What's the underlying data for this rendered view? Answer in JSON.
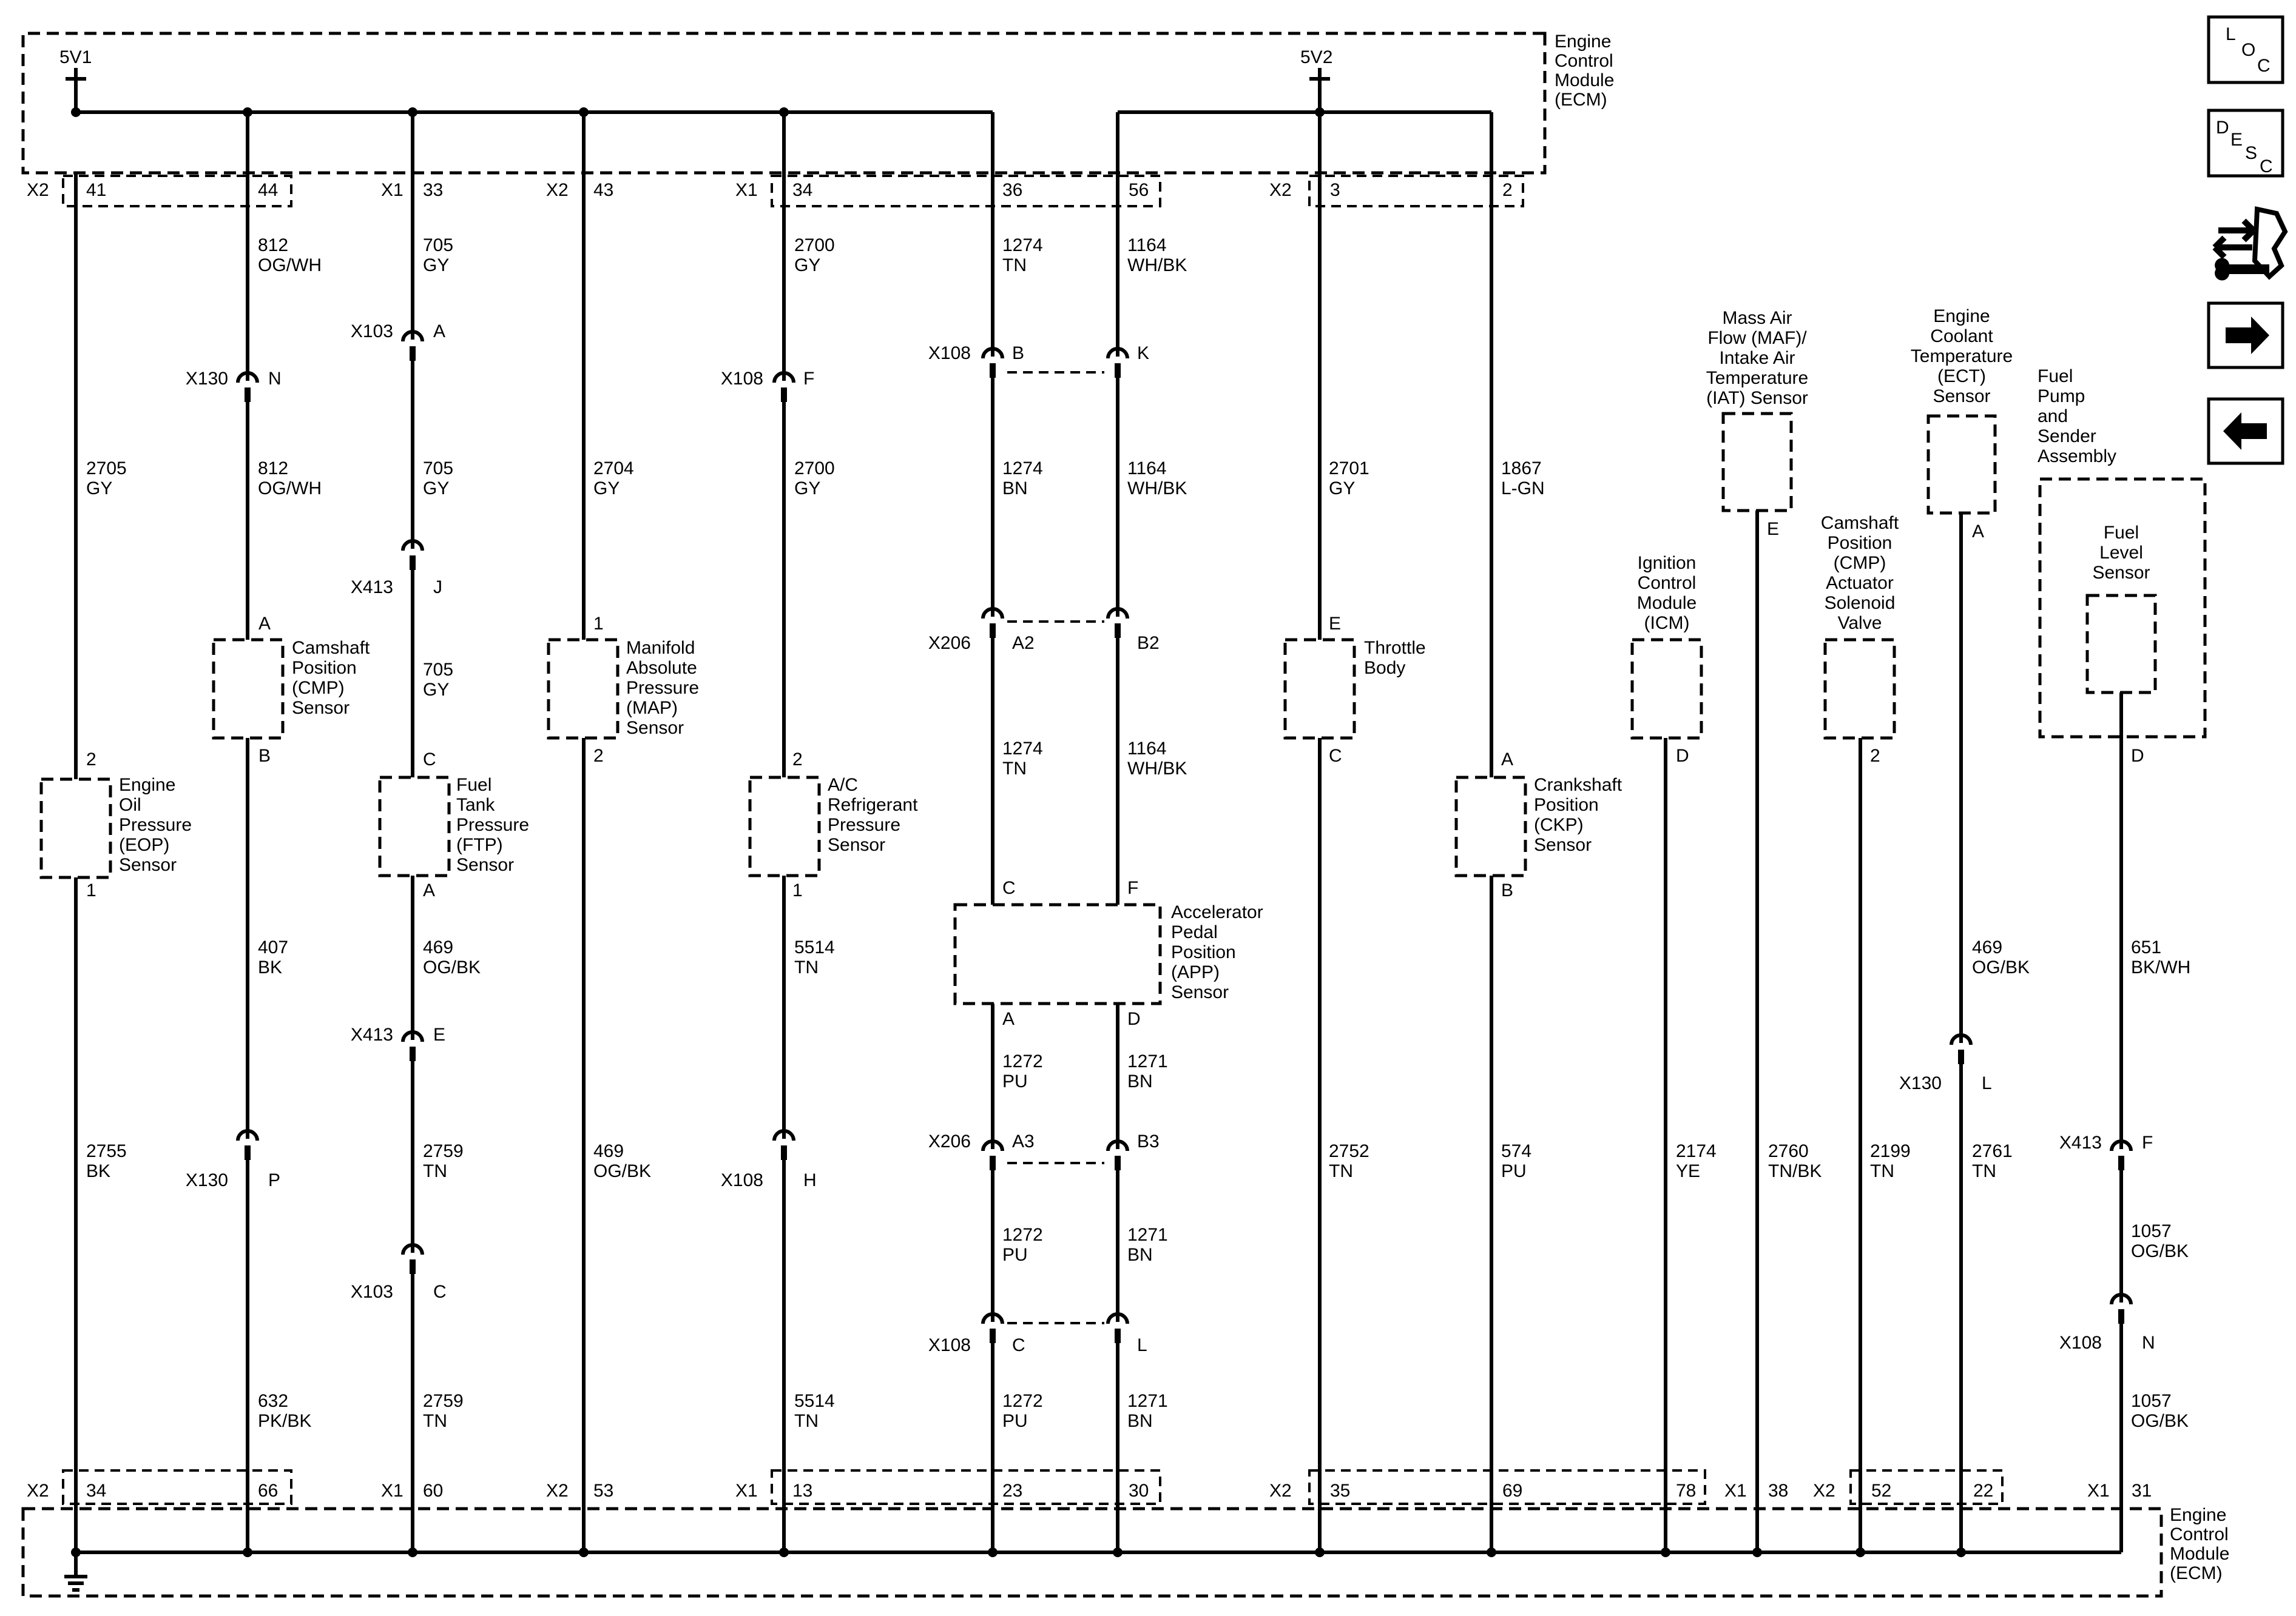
{
  "ecm_label": [
    "Engine",
    "Control",
    "Module",
    "(ECM)"
  ],
  "refs": {
    "v1": "5V1",
    "v2": "5V2"
  },
  "nav_icons": [
    {
      "name": "location-button",
      "letters": [
        "L",
        "O",
        "C"
      ]
    },
    {
      "name": "description-button",
      "letters": [
        "D",
        "E",
        "S",
        "C"
      ]
    },
    {
      "name": "connector-service-icon"
    },
    {
      "name": "next-page-arrow-icon"
    },
    {
      "name": "previous-page-arrow-icon"
    }
  ],
  "top_connectors": [
    {
      "conn": "X2",
      "pins": [
        "41",
        "44"
      ]
    },
    {
      "conn": "X1",
      "pins": [
        "33"
      ]
    },
    {
      "conn": "X2",
      "pins": [
        "43"
      ]
    },
    {
      "conn": "X1",
      "pins": [
        "34",
        "36",
        "56"
      ]
    },
    {
      "conn": "X2",
      "pins": [
        "3",
        "2"
      ]
    }
  ],
  "bottom_connectors": [
    {
      "conn": "X2",
      "pins": [
        "34",
        "66"
      ]
    },
    {
      "conn": "X1",
      "pins": [
        "60"
      ]
    },
    {
      "conn": "X2",
      "pins": [
        "53"
      ]
    },
    {
      "conn": "X1",
      "pins": [
        "13",
        "23",
        "30"
      ]
    },
    {
      "conn": "X2",
      "pins": [
        "35",
        "69",
        "78"
      ]
    },
    {
      "conn": "X1",
      "pins": [
        "38"
      ]
    },
    {
      "conn": "X2",
      "pins": [
        "52",
        "22"
      ]
    },
    {
      "conn": "X1",
      "pins": [
        "31"
      ]
    }
  ],
  "components": [
    {
      "id": "eop",
      "name": [
        "Engine",
        "Oil",
        "Pressure",
        "(EOP)",
        "Sensor"
      ],
      "pins": [
        "2",
        "1"
      ]
    },
    {
      "id": "cmp",
      "name": [
        "Camshaft",
        "Position",
        "(CMP)",
        "Sensor"
      ],
      "pins": [
        "A",
        "B"
      ]
    },
    {
      "id": "ftp",
      "name": [
        "Fuel",
        "Tank",
        "Pressure",
        "(FTP)",
        "Sensor"
      ],
      "pins": [
        "C",
        "A"
      ]
    },
    {
      "id": "map",
      "name": [
        "Manifold",
        "Absolute",
        "Pressure",
        "(MAP)",
        "Sensor"
      ],
      "pins": [
        "1",
        "2"
      ]
    },
    {
      "id": "ac",
      "name": [
        "A/C",
        "Refrigerant",
        "Pressure",
        "Sensor"
      ],
      "pins": [
        "2",
        "1"
      ]
    },
    {
      "id": "app",
      "name": [
        "Accelerator",
        "Pedal",
        "Position",
        "(APP)",
        "Sensor"
      ],
      "pins": [
        "C",
        "F",
        "A",
        "D"
      ]
    },
    {
      "id": "tb",
      "name": [
        "Throttle",
        "Body"
      ],
      "pins": [
        "E",
        "C"
      ]
    },
    {
      "id": "ckp",
      "name": [
        "Crankshaft",
        "Position",
        "(CKP)",
        "Sensor"
      ],
      "pins": [
        "A",
        "B"
      ]
    },
    {
      "id": "icm",
      "name": [
        "Ignition",
        "Control",
        "Module",
        "(ICM)"
      ],
      "pins": [
        "D"
      ]
    },
    {
      "id": "maf",
      "name": [
        "Mass Air",
        "Flow (MAF)/",
        "Intake Air",
        "Temperature",
        "(IAT) Sensor"
      ],
      "pins": [
        "E"
      ]
    },
    {
      "id": "cmpa",
      "name": [
        "Camshaft",
        "Position",
        "(CMP)",
        "Actuator",
        "Solenoid",
        "Valve"
      ],
      "pins": [
        "2"
      ]
    },
    {
      "id": "ect",
      "name": [
        "Engine",
        "Coolant",
        "Temperature",
        "(ECT)",
        "Sensor"
      ],
      "pins": [
        "A"
      ]
    },
    {
      "id": "fp",
      "name": [
        "Fuel",
        "Pump",
        "and",
        "Sender",
        "Assembly"
      ],
      "pins": []
    },
    {
      "id": "fls",
      "name": [
        "Fuel",
        "Level",
        "Sensor"
      ],
      "pins": [
        "D"
      ]
    }
  ],
  "wires": [
    {
      "circuit": "2705",
      "color": "GY"
    },
    {
      "circuit": "2755",
      "color": "BK"
    },
    {
      "circuit": "812",
      "color": "OG/WH"
    },
    {
      "circuit": "812",
      "color": "OG/WH"
    },
    {
      "circuit": "407",
      "color": "BK"
    },
    {
      "circuit": "632",
      "color": "PK/BK"
    },
    {
      "circuit": "705",
      "color": "GY"
    },
    {
      "circuit": "705",
      "color": "GY"
    },
    {
      "circuit": "705",
      "color": "GY"
    },
    {
      "circuit": "469",
      "color": "OG/BK"
    },
    {
      "circuit": "2759",
      "color": "TN"
    },
    {
      "circuit": "2759",
      "color": "TN"
    },
    {
      "circuit": "2704",
      "color": "GY"
    },
    {
      "circuit": "469",
      "color": "OG/BK"
    },
    {
      "circuit": "2700",
      "color": "GY"
    },
    {
      "circuit": "2700",
      "color": "GY"
    },
    {
      "circuit": "5514",
      "color": "TN"
    },
    {
      "circuit": "5514",
      "color": "TN"
    },
    {
      "circuit": "1274",
      "color": "TN"
    },
    {
      "circuit": "1274",
      "color": "BN"
    },
    {
      "circuit": "1274",
      "color": "TN"
    },
    {
      "circuit": "1272",
      "color": "PU"
    },
    {
      "circuit": "1272",
      "color": "PU"
    },
    {
      "circuit": "1272",
      "color": "PU"
    },
    {
      "circuit": "1164",
      "color": "WH/BK"
    },
    {
      "circuit": "1164",
      "color": "WH/BK"
    },
    {
      "circuit": "1164",
      "color": "WH/BK"
    },
    {
      "circuit": "1271",
      "color": "BN"
    },
    {
      "circuit": "1271",
      "color": "BN"
    },
    {
      "circuit": "1271",
      "color": "BN"
    },
    {
      "circuit": "2701",
      "color": "GY"
    },
    {
      "circuit": "2752",
      "color": "TN"
    },
    {
      "circuit": "1867",
      "color": "L-GN"
    },
    {
      "circuit": "574",
      "color": "PU"
    },
    {
      "circuit": "2174",
      "color": "YE"
    },
    {
      "circuit": "2760",
      "color": "TN/BK"
    },
    {
      "circuit": "2199",
      "color": "TN"
    },
    {
      "circuit": "469",
      "color": "OG/BK"
    },
    {
      "circuit": "2761",
      "color": "TN"
    },
    {
      "circuit": "651",
      "color": "BK/WH"
    },
    {
      "circuit": "1057",
      "color": "OG/BK"
    },
    {
      "circuit": "1057",
      "color": "OG/BK"
    }
  ],
  "inline_connectors": [
    {
      "conn": "X130",
      "pin": "N"
    },
    {
      "conn": "X130",
      "pin": "P"
    },
    {
      "conn": "X103",
      "pin": "A"
    },
    {
      "conn": "X413",
      "pin": "J"
    },
    {
      "conn": "X413",
      "pin": "E"
    },
    {
      "conn": "X103",
      "pin": "C"
    },
    {
      "conn": "X108",
      "pin": "F"
    },
    {
      "conn": "X108",
      "pin": "H"
    },
    {
      "conn": "X108",
      "pin": "B"
    },
    {
      "conn": "",
      "pin": "K"
    },
    {
      "conn": "X206",
      "pin": "A2"
    },
    {
      "conn": "",
      "pin": "B2"
    },
    {
      "conn": "X206",
      "pin": "A3"
    },
    {
      "conn": "",
      "pin": "B3"
    },
    {
      "conn": "X108",
      "pin": "C"
    },
    {
      "conn": "",
      "pin": "L"
    },
    {
      "conn": "X130",
      "pin": "L"
    },
    {
      "conn": "X413",
      "pin": "F"
    },
    {
      "conn": "X108",
      "pin": "N"
    }
  ]
}
